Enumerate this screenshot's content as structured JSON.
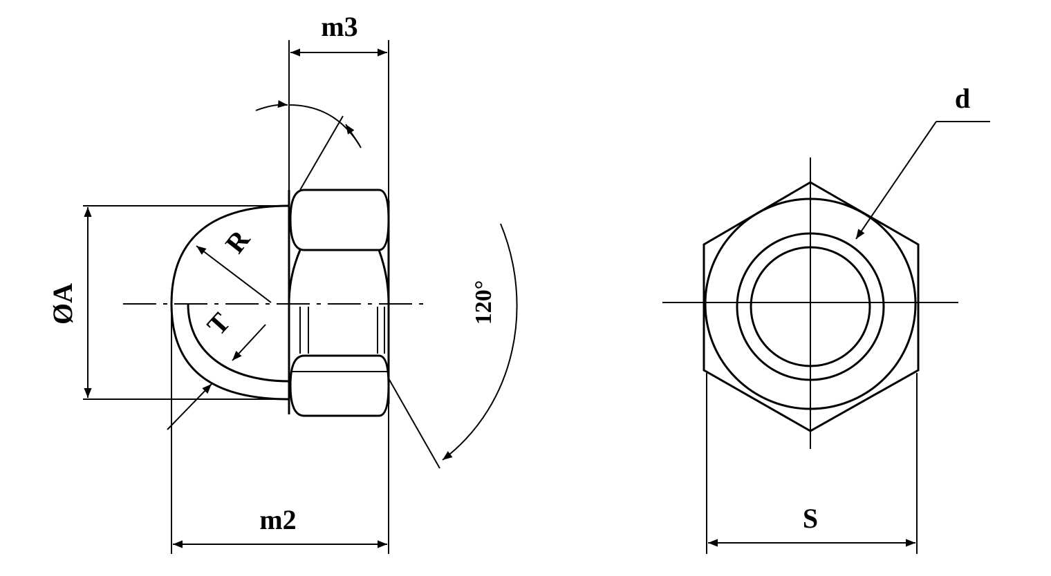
{
  "labels": {
    "m3": "m3",
    "m2": "m2",
    "diameter_a": "ØA",
    "radius": "R",
    "thickness": "T",
    "angle": "120°",
    "thread": "d",
    "width_across_flats": "S"
  }
}
